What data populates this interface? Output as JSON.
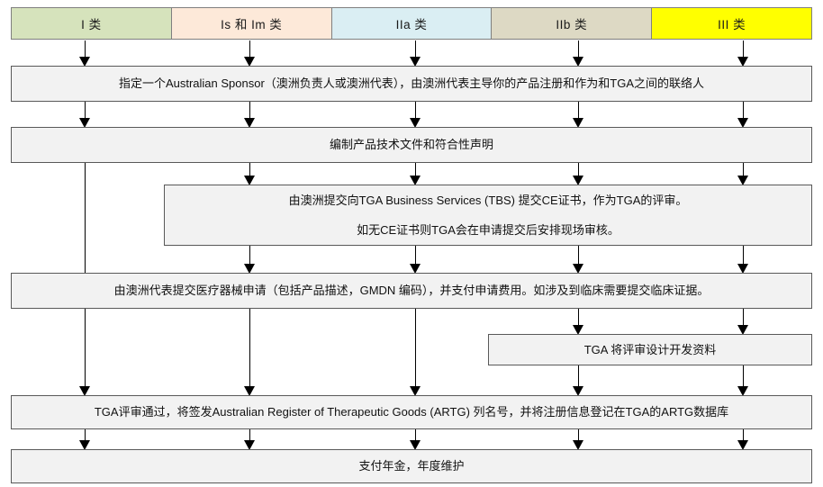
{
  "title": "TGA Medical Device Registration Flowchart",
  "palette": {
    "box_fill": "#f2f2f2",
    "box_border": "#595959",
    "header_border": "#7f7f7f",
    "arrow": "#000000",
    "class_i": "#d6e3bc",
    "class_is_im": "#fde9d9",
    "class_iia": "#daeef3",
    "class_iib": "#ddd9c4",
    "class_iii": "#ffff00"
  },
  "header": {
    "columns": [
      {
        "label": "I 类",
        "color": "#d6e3bc"
      },
      {
        "label": "Is 和 Im 类",
        "color": "#fde9d9"
      },
      {
        "label": "IIa 类",
        "color": "#daeef3"
      },
      {
        "label": "IIb 类",
        "color": "#ddd9c4"
      },
      {
        "label": "III 类",
        "color": "#ffff00"
      }
    ]
  },
  "steps": {
    "sponsor": {
      "line1": "指定一个Australian Sponsor（澳洲负责人或澳洲代表），由澳洲代表主导你的产品注册和作为和TGA之间的联络人"
    },
    "technical_file": {
      "line1": "编制产品技术文件和符合性声明"
    },
    "ce_certificate": {
      "line1": "由澳洲提交向TGA Business Services (TBS) 提交CE证书，作为TGA的评审。",
      "line2": "如无CE证书则TGA会在申请提交后安排现场审核。"
    },
    "application": {
      "line1": "由澳洲代表提交医疗器械申请（包括产品描述，GMDN 编码），并支付申请费用。如涉及到临床需要提交临床证据。"
    },
    "design_review": {
      "line1": "TGA 将评审设计开发资料"
    },
    "artg_listing": {
      "line1": "TGA评审通过，将签发Australian Register of Therapeutic Goods (ARTG) 列名号，并将注册信息登记在TGA的ARTG数据库"
    },
    "annual_fee": {
      "line1": "支付年金，年度维护"
    }
  }
}
